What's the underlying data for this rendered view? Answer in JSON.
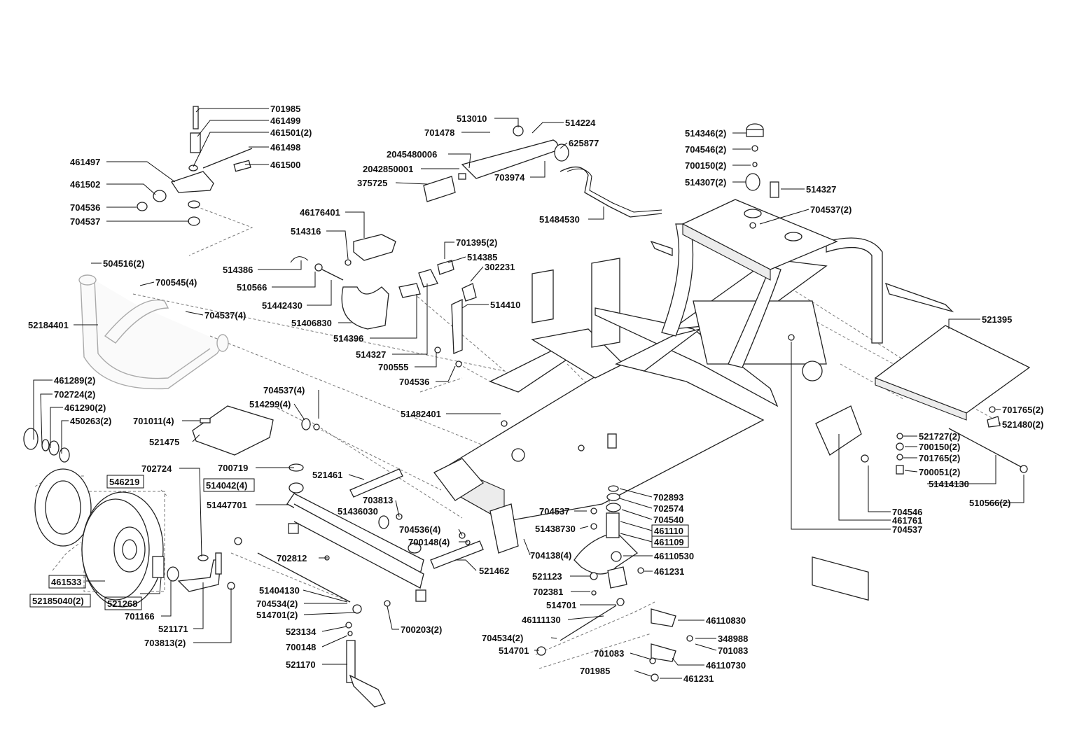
{
  "labels": [
    {
      "id": "701985a",
      "text": "701985"
    },
    {
      "id": "461499",
      "text": "461499"
    },
    {
      "id": "461501",
      "text": "461501(2)"
    },
    {
      "id": "461498",
      "text": "461498"
    },
    {
      "id": "461500",
      "text": "461500"
    },
    {
      "id": "461497",
      "text": "461497"
    },
    {
      "id": "461502",
      "text": "461502"
    },
    {
      "id": "704536a",
      "text": "704536"
    },
    {
      "id": "704537a",
      "text": "704537"
    },
    {
      "id": "504516",
      "text": "504516(2)"
    },
    {
      "id": "700545",
      "text": "700545(4)"
    },
    {
      "id": "704537b",
      "text": "704537(4)"
    },
    {
      "id": "52184401",
      "text": "52184401"
    },
    {
      "id": "461289",
      "text": "461289(2)"
    },
    {
      "id": "702724b",
      "text": "702724(2)"
    },
    {
      "id": "461290",
      "text": "461290(2)"
    },
    {
      "id": "450263",
      "text": "450263(2)"
    },
    {
      "id": "701011",
      "text": "701011(4)"
    },
    {
      "id": "521475",
      "text": "521475"
    },
    {
      "id": "704537c",
      "text": "704537(4)"
    },
    {
      "id": "514299",
      "text": "514299(4)"
    },
    {
      "id": "700719",
      "text": "700719"
    },
    {
      "id": "702724a",
      "text": "702724"
    },
    {
      "id": "546219",
      "text": "546219"
    },
    {
      "id": "514042",
      "text": "514042(4)"
    },
    {
      "id": "51447701",
      "text": "51447701"
    },
    {
      "id": "521461",
      "text": "521461"
    },
    {
      "id": "703813a",
      "text": "703813"
    },
    {
      "id": "51436030",
      "text": "51436030"
    },
    {
      "id": "704536b",
      "text": "704536(4)"
    },
    {
      "id": "700148b",
      "text": "700148(4)"
    },
    {
      "id": "521462",
      "text": "521462"
    },
    {
      "id": "702812",
      "text": "702812"
    },
    {
      "id": "461533",
      "text": "461533"
    },
    {
      "id": "52185040",
      "text": "52185040(2)"
    },
    {
      "id": "521268",
      "text": "521268"
    },
    {
      "id": "701166",
      "text": "701166"
    },
    {
      "id": "521171",
      "text": "521171"
    },
    {
      "id": "703813b",
      "text": "703813(2)"
    },
    {
      "id": "51404130",
      "text": "51404130"
    },
    {
      "id": "704534a",
      "text": "704534(2)"
    },
    {
      "id": "514701a",
      "text": "514701(2)"
    },
    {
      "id": "523134",
      "text": "523134"
    },
    {
      "id": "700148a",
      "text": "700148"
    },
    {
      "id": "521170",
      "text": "521170"
    },
    {
      "id": "700203",
      "text": "700203(2)"
    },
    {
      "id": "513010",
      "text": "513010"
    },
    {
      "id": "701478",
      "text": "701478"
    },
    {
      "id": "514224",
      "text": "514224"
    },
    {
      "id": "625877",
      "text": "625877"
    },
    {
      "id": "2045480006",
      "text": "2045480006"
    },
    {
      "id": "2042850001",
      "text": "2042850001"
    },
    {
      "id": "703974",
      "text": "703974"
    },
    {
      "id": "375725",
      "text": "375725"
    },
    {
      "id": "51484530",
      "text": "51484530"
    },
    {
      "id": "46176401",
      "text": "46176401"
    },
    {
      "id": "514316",
      "text": "514316"
    },
    {
      "id": "701395",
      "text": "701395(2)"
    },
    {
      "id": "514385",
      "text": "514385"
    },
    {
      "id": "302231",
      "text": "302231"
    },
    {
      "id": "514386",
      "text": "514386"
    },
    {
      "id": "510566a",
      "text": "510566"
    },
    {
      "id": "51442430",
      "text": "51442430"
    },
    {
      "id": "514410",
      "text": "514410"
    },
    {
      "id": "51406830",
      "text": "51406830"
    },
    {
      "id": "514396",
      "text": "514396"
    },
    {
      "id": "514327a",
      "text": "514327"
    },
    {
      "id": "700555",
      "text": "700555"
    },
    {
      "id": "704536c",
      "text": "704536"
    },
    {
      "id": "51482401",
      "text": "51482401"
    },
    {
      "id": "514346",
      "text": "514346(2)"
    },
    {
      "id": "704546b",
      "text": "704546(2)"
    },
    {
      "id": "700150a",
      "text": "700150(2)"
    },
    {
      "id": "514307",
      "text": "514307(2)"
    },
    {
      "id": "514327b",
      "text": "514327"
    },
    {
      "id": "704537d",
      "text": "704537(2)"
    },
    {
      "id": "521395",
      "text": "521395"
    },
    {
      "id": "701765a",
      "text": "701765(2)"
    },
    {
      "id": "521480",
      "text": "521480(2)"
    },
    {
      "id": "521727",
      "text": "521727(2)"
    },
    {
      "id": "700150b",
      "text": "700150(2)"
    },
    {
      "id": "701765b",
      "text": "701765(2)"
    },
    {
      "id": "700051",
      "text": "700051(2)"
    },
    {
      "id": "51414130",
      "text": "51414130"
    },
    {
      "id": "510566b",
      "text": "510566(2)"
    },
    {
      "id": "704546a",
      "text": "704546"
    },
    {
      "id": "461761",
      "text": "461761"
    },
    {
      "id": "704537e",
      "text": "704537"
    },
    {
      "id": "704537f",
      "text": "704537"
    },
    {
      "id": "51438730",
      "text": "51438730"
    },
    {
      "id": "702893",
      "text": "702893"
    },
    {
      "id": "702574",
      "text": "702574"
    },
    {
      "id": "704540",
      "text": "704540"
    },
    {
      "id": "461110",
      "text": "461110"
    },
    {
      "id": "461109",
      "text": "461109"
    },
    {
      "id": "704138",
      "text": "704138(4)"
    },
    {
      "id": "46110530",
      "text": "46110530"
    },
    {
      "id": "521123",
      "text": "521123"
    },
    {
      "id": "461231a",
      "text": "461231"
    },
    {
      "id": "702381",
      "text": "702381"
    },
    {
      "id": "514701b",
      "text": "514701"
    },
    {
      "id": "46111130",
      "text": "46111130"
    },
    {
      "id": "46110830",
      "text": "46110830"
    },
    {
      "id": "704534b",
      "text": "704534(2)"
    },
    {
      "id": "348988",
      "text": "348988"
    },
    {
      "id": "514701c",
      "text": "514701"
    },
    {
      "id": "701083a",
      "text": "701083"
    },
    {
      "id": "701083b",
      "text": "701083"
    },
    {
      "id": "46110730",
      "text": "46110730"
    },
    {
      "id": "701985b",
      "text": "701985"
    },
    {
      "id": "461231b",
      "text": "461231"
    }
  ]
}
